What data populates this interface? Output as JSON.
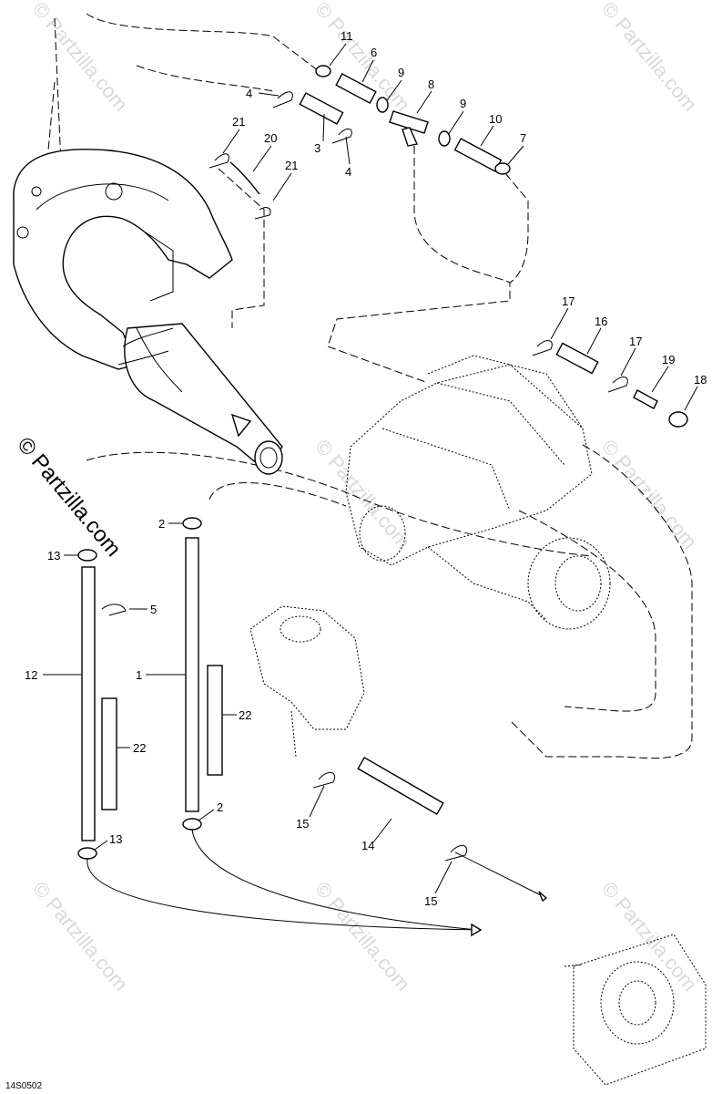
{
  "watermark": "© Partzilla.com",
  "copyright_text": "© Partzilla.com",
  "drawing_number": "14S0502",
  "callouts": [
    {
      "id": "c11",
      "label": "11"
    },
    {
      "id": "c6",
      "label": "6"
    },
    {
      "id": "c9a",
      "label": "9"
    },
    {
      "id": "c8",
      "label": "8"
    },
    {
      "id": "c4a",
      "label": "4"
    },
    {
      "id": "c9b",
      "label": "9"
    },
    {
      "id": "c10",
      "label": "10"
    },
    {
      "id": "c21a",
      "label": "21"
    },
    {
      "id": "c20",
      "label": "20"
    },
    {
      "id": "c3",
      "label": "3"
    },
    {
      "id": "c7",
      "label": "7"
    },
    {
      "id": "c21b",
      "label": "21"
    },
    {
      "id": "c4b",
      "label": "4"
    },
    {
      "id": "c17a",
      "label": "17"
    },
    {
      "id": "c16",
      "label": "16"
    },
    {
      "id": "c17b",
      "label": "17"
    },
    {
      "id": "c19",
      "label": "19"
    },
    {
      "id": "c18",
      "label": "18"
    },
    {
      "id": "c2a",
      "label": "2"
    },
    {
      "id": "c13a",
      "label": "13"
    },
    {
      "id": "c5",
      "label": "5"
    },
    {
      "id": "c12",
      "label": "12"
    },
    {
      "id": "c1",
      "label": "1"
    },
    {
      "id": "c22a",
      "label": "22"
    },
    {
      "id": "c22b",
      "label": "22"
    },
    {
      "id": "c2b",
      "label": "2"
    },
    {
      "id": "c15a",
      "label": "15"
    },
    {
      "id": "c13b",
      "label": "13"
    },
    {
      "id": "c14",
      "label": "14"
    },
    {
      "id": "c15b",
      "label": "15"
    }
  ]
}
